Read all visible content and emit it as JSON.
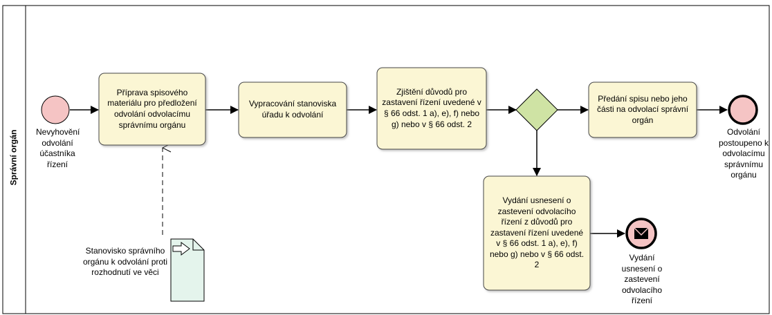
{
  "lane": {
    "label": "Správní orgán"
  },
  "start_event": {
    "label": "Nevyhovění odvolání účastníka řízení"
  },
  "tasks": [
    {
      "label": "Příprava spisového materiálu pro předložení odvolání odvolacímu správnímu orgánu"
    },
    {
      "label": "Vypracování stanoviska úřadu k odvolání"
    },
    {
      "label": "Zjištění důvodů pro zastavení řízení uvedené v § 66 odst. 1 a), e), f) nebo g) nebo v § 66 odst. 2"
    },
    {
      "label": "Předání spisu nebo jeho části na odvolací správní orgán"
    },
    {
      "label": "Vydání usnesení o zastevení odvolacího řízení z důvodů pro zastavení řízení uvedené v § 66 odst. 1 a), e), f) nebo g) nebo v § 66 odst. 2"
    }
  ],
  "end_event": {
    "label": "Odvolání postoupeno k odvolacímu správnímu orgánu"
  },
  "message_end_event": {
    "label": "Vydání usnesení o zastevení odvolacího řízení"
  },
  "data_object": {
    "label": "Stanovisko správního orgánu k odvolání proti rozhodnutí ve věci"
  },
  "colors": {
    "task_fill": "#fbf6d4",
    "task_stroke": "#444444",
    "event_fill": "#f5c4c4",
    "gateway_fill": "#cfe3a4",
    "document_fill": "#e4f4ec"
  }
}
